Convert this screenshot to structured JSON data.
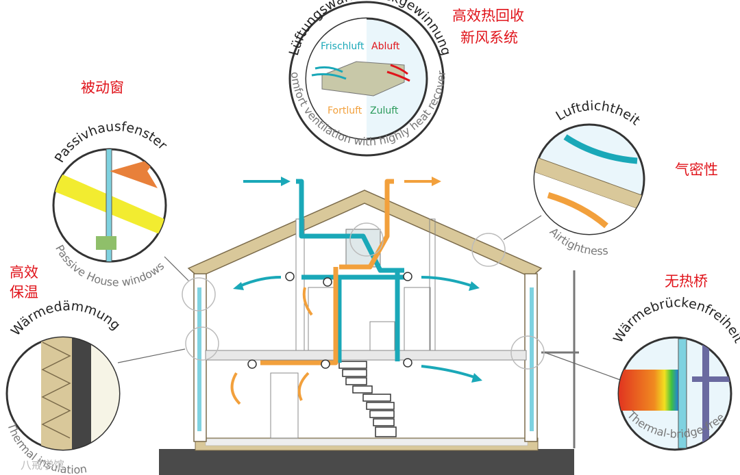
{
  "colors": {
    "label_red": "#e0141b",
    "roof_tan": "#d9c89a",
    "fresh_air_teal": "#1aa8b8",
    "exhaust_orange": "#f2a03c",
    "ground_dark": "#4a4a4a"
  },
  "labels_cn": {
    "heat_recovery_line1": "高效热回收",
    "heat_recovery_line2": "新风系统",
    "passive_window": "被动窗",
    "airtight": "气密性",
    "insulation_line1": "高效",
    "insulation_line2": "保温",
    "no_thermal_bridge": "无热桥"
  },
  "callouts": {
    "ventilation": {
      "top_arc": "Lüftungswärmerückgewinnung",
      "bottom_arc": "Comfort ventilation with highly heat recovery",
      "frischluft": "Frischluft",
      "abluft": "Abluft",
      "fortluft": "Fortluft",
      "zuluft": "Zuluft"
    },
    "window": {
      "top_arc": "Passivhausfenster",
      "bottom_arc": "Passive House windows"
    },
    "airtight": {
      "top_arc": "Luftdichtheit",
      "bottom_arc": "Airtightness"
    },
    "insulation": {
      "top_arc": "Wärmedämmung",
      "bottom_arc": "Thermal insulation"
    },
    "thermal_bridge": {
      "top_arc": "Wärmebrückenfreiheit",
      "bottom_arc": "Thermal-bridge-free"
    }
  },
  "watermark": "八戒学馆"
}
